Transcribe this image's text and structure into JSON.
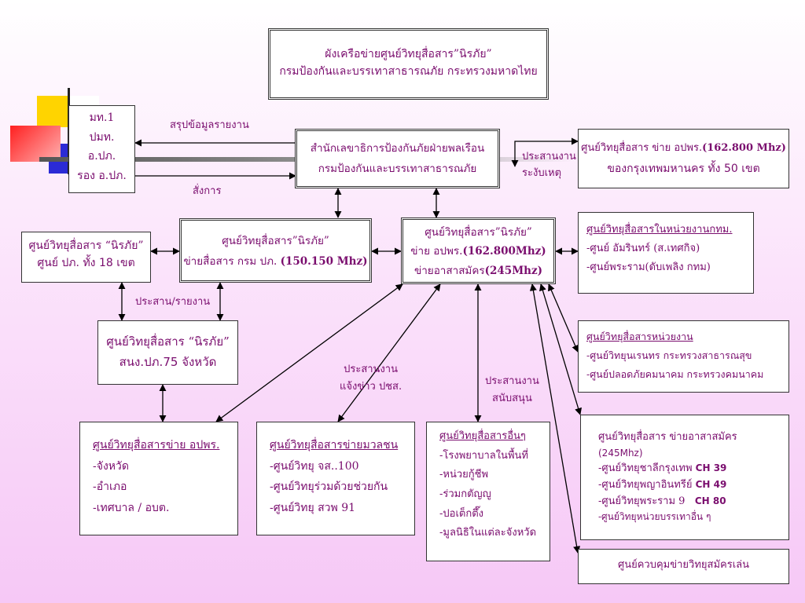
{
  "title_box": {
    "line1": "ผังเครือข่ายศูนย์วิทยุสื่อสาร”นิรภัย”",
    "line2": "กรมป้องกันและบรรเทาสาธารณภัย กระทรวงมหาดไทย"
  },
  "ministry_box": {
    "items": [
      "มท.1",
      "ปมท.",
      "อ.ปภ.",
      "รอง อ.ปภ."
    ]
  },
  "secretariat_box": {
    "line1": "สำนักเลขาธิการป้องกันภัยฝ่ายพลเรือน",
    "line2": "กรมป้องกันและบรรเทาสาธารณภัย"
  },
  "bkk_box": {
    "line1_prefix": "ศูนย์วิทยุสื่อสาร ข่าย อปพร.",
    "line1_freq": "(162.800 Mhz)",
    "line2_prefix": "ของกรุงเทพมหานคร ทั้ง ",
    "line2_num": "50",
    "line2_suffix": " เขต"
  },
  "center18_box": {
    "line1": "ศูนย์วิทยุสื่อสาร “นิรภัย”",
    "line2_prefix": "ศูนย์ ปภ. ทั้ง ",
    "line2_num": "18",
    "line2_suffix": " เขต"
  },
  "dept_box": {
    "line1": "ศูนย์วิทยุสื่อสาร”นิรภัย”",
    "line2_prefix": "ข่ายสื่อสาร กรม ปภ. ",
    "line2_freq": "(150.150 Mhz)"
  },
  "main_box": {
    "line1": "ศูนย์วิทยุสื่อสาร”นิรภัย”",
    "line2_prefix": "ข่าย อปพร.",
    "line2_freq": "(162.800Mhz)",
    "line3_prefix": "ข่ายอาสาสมัคร",
    "line3_freq": "(245Mhz)"
  },
  "bma_box": {
    "title": "ศูนย์วิทยุสื่อสารในหน่วยงานกทม.",
    "items": [
      "-ศูนย์ อัมรินทร์ (ส.เทศกิจ)",
      "-ศูนย์พระราม(ดับเพลิง กทม)"
    ]
  },
  "prov75_box": {
    "line1": "ศูนย์วิทยุสื่อสาร “นิรภัย”",
    "line2_prefix": "สนง.ปภ.",
    "line2_num": "75",
    "line2_suffix": " จังหวัด"
  },
  "agency_box": {
    "title": "ศูนย์วิทยุสื่อสารหน่วยงาน",
    "items": [
      "-ศูนย์วิทยุนเรนทร กระทรวงสาธารณสุข",
      "-ศูนย์ปลอดภัยคมนาคม กระทรวงคมนาคม"
    ]
  },
  "volunteer_box": {
    "line1": "ศูนย์วิทยุสื่อสาร ข่ายอาสาสมัคร",
    "line2": "(245Mhz)",
    "items": [
      {
        "text": "ศูนย์วิทยุชาลีกรุงเทพ",
        "ch": "CH 39"
      },
      {
        "text": "ศูนย์วิทยุพญาอินทรีย์",
        "ch": "CH 49"
      },
      {
        "text": "ศูนย์วิทยุพระราม 9",
        "ch": "CH 80"
      }
    ],
    "last": "-ศูนย์วิทยุหน่วยบรรเทาอื่น ๆ"
  },
  "amateur_box": {
    "text": "ศูนย์ควบคุมข่ายวิทยุสมัครเล่น"
  },
  "opwr_box": {
    "title": "ศูนย์วิทยุสื่อสารข่าย อปพร.",
    "items": [
      "จังหวัด",
      "อำเภอ",
      "เทศบาล / อบต."
    ]
  },
  "mass_box": {
    "title": "ศูนย์วิทยุสื่อสารข่ายมวลชน",
    "items": [
      "-ศูนย์วิทยุ จส..100",
      "-ศูนย์วิทยุร่วมด้วยช่วยกัน",
      "-ศูนย์วิทยุ สวพ 91"
    ]
  },
  "other_box": {
    "title": "ศูนย์วิทยุสื่อสารอื่นๆ",
    "items": [
      "-โรงพยาบาลในพื้นที่",
      "-หน่วยกู้ชีพ",
      "-ร่วมกตัญญู",
      "-ปอเต็กตึ๊ง",
      "-มูลนิธิในแต่ละจังหวัด"
    ]
  },
  "labels": {
    "summary": "สรุปข้อมูลรายงาน",
    "command": "สั่งการ",
    "coord_alert_1": "ประสานงาน",
    "coord_alert_2": "ระงับเหตุ",
    "coord_report": "ประสาน/รายงาน",
    "coord_news_1": "ประสานงาน",
    "coord_news_2": "แจ้งข่าว ปชส.",
    "coord_support_1": "ประสานงาน",
    "coord_support_2": "สนับสนุน"
  },
  "colors": {
    "text": "#7a0d6e",
    "line": "#000000",
    "bg_top": "#ffffff",
    "bg_bottom": "#f6c8f6"
  }
}
